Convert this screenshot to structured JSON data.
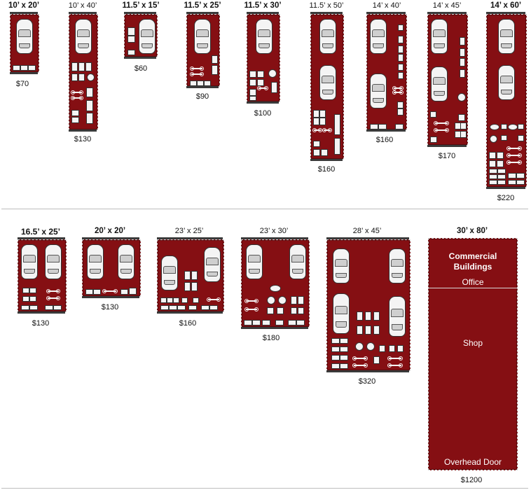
{
  "units": [
    {
      "id": "u1",
      "size": "10’ x 20’",
      "price": "$70"
    },
    {
      "id": "u2",
      "size": "10’ x 40’",
      "price": "$130"
    },
    {
      "id": "u3",
      "size": "11.5’ x 15’",
      "price": "$60"
    },
    {
      "id": "u4",
      "size": "11.5’ x 25’",
      "price": "$90"
    },
    {
      "id": "u5",
      "size": "11.5’ x 30’",
      "price": "$100"
    },
    {
      "id": "u6",
      "size": "11.5’ x 50’",
      "price": "$160"
    },
    {
      "id": "u7",
      "size": "14’ x 40’",
      "price": "$160"
    },
    {
      "id": "u8",
      "size": "14’ x 45’",
      "price": "$170"
    },
    {
      "id": "u9",
      "size": "14’ x 60’",
      "price": "$220"
    },
    {
      "id": "u10",
      "size": "16.5’ x 25’",
      "price": "$130"
    },
    {
      "id": "u11",
      "size": "20’ x 20’",
      "price": "$130"
    },
    {
      "id": "u12",
      "size": "23’ x 25’",
      "price": "$160"
    },
    {
      "id": "u13",
      "size": "23’ x 30’",
      "price": "$180"
    },
    {
      "id": "u14",
      "size": "28’ x 45’",
      "price": "$320"
    },
    {
      "id": "u15",
      "size": "30’ x 80’",
      "price": "$1200"
    }
  ],
  "commercial": {
    "title_line1": "Commercial",
    "title_line2": "Buildings",
    "office": "Office",
    "shop": "Shop",
    "overhead_door": "Overhead Door"
  },
  "colors": {
    "unit_fill": "#850f13",
    "item_fill": "#f4f4f4",
    "divider": "#bdbdbd"
  }
}
